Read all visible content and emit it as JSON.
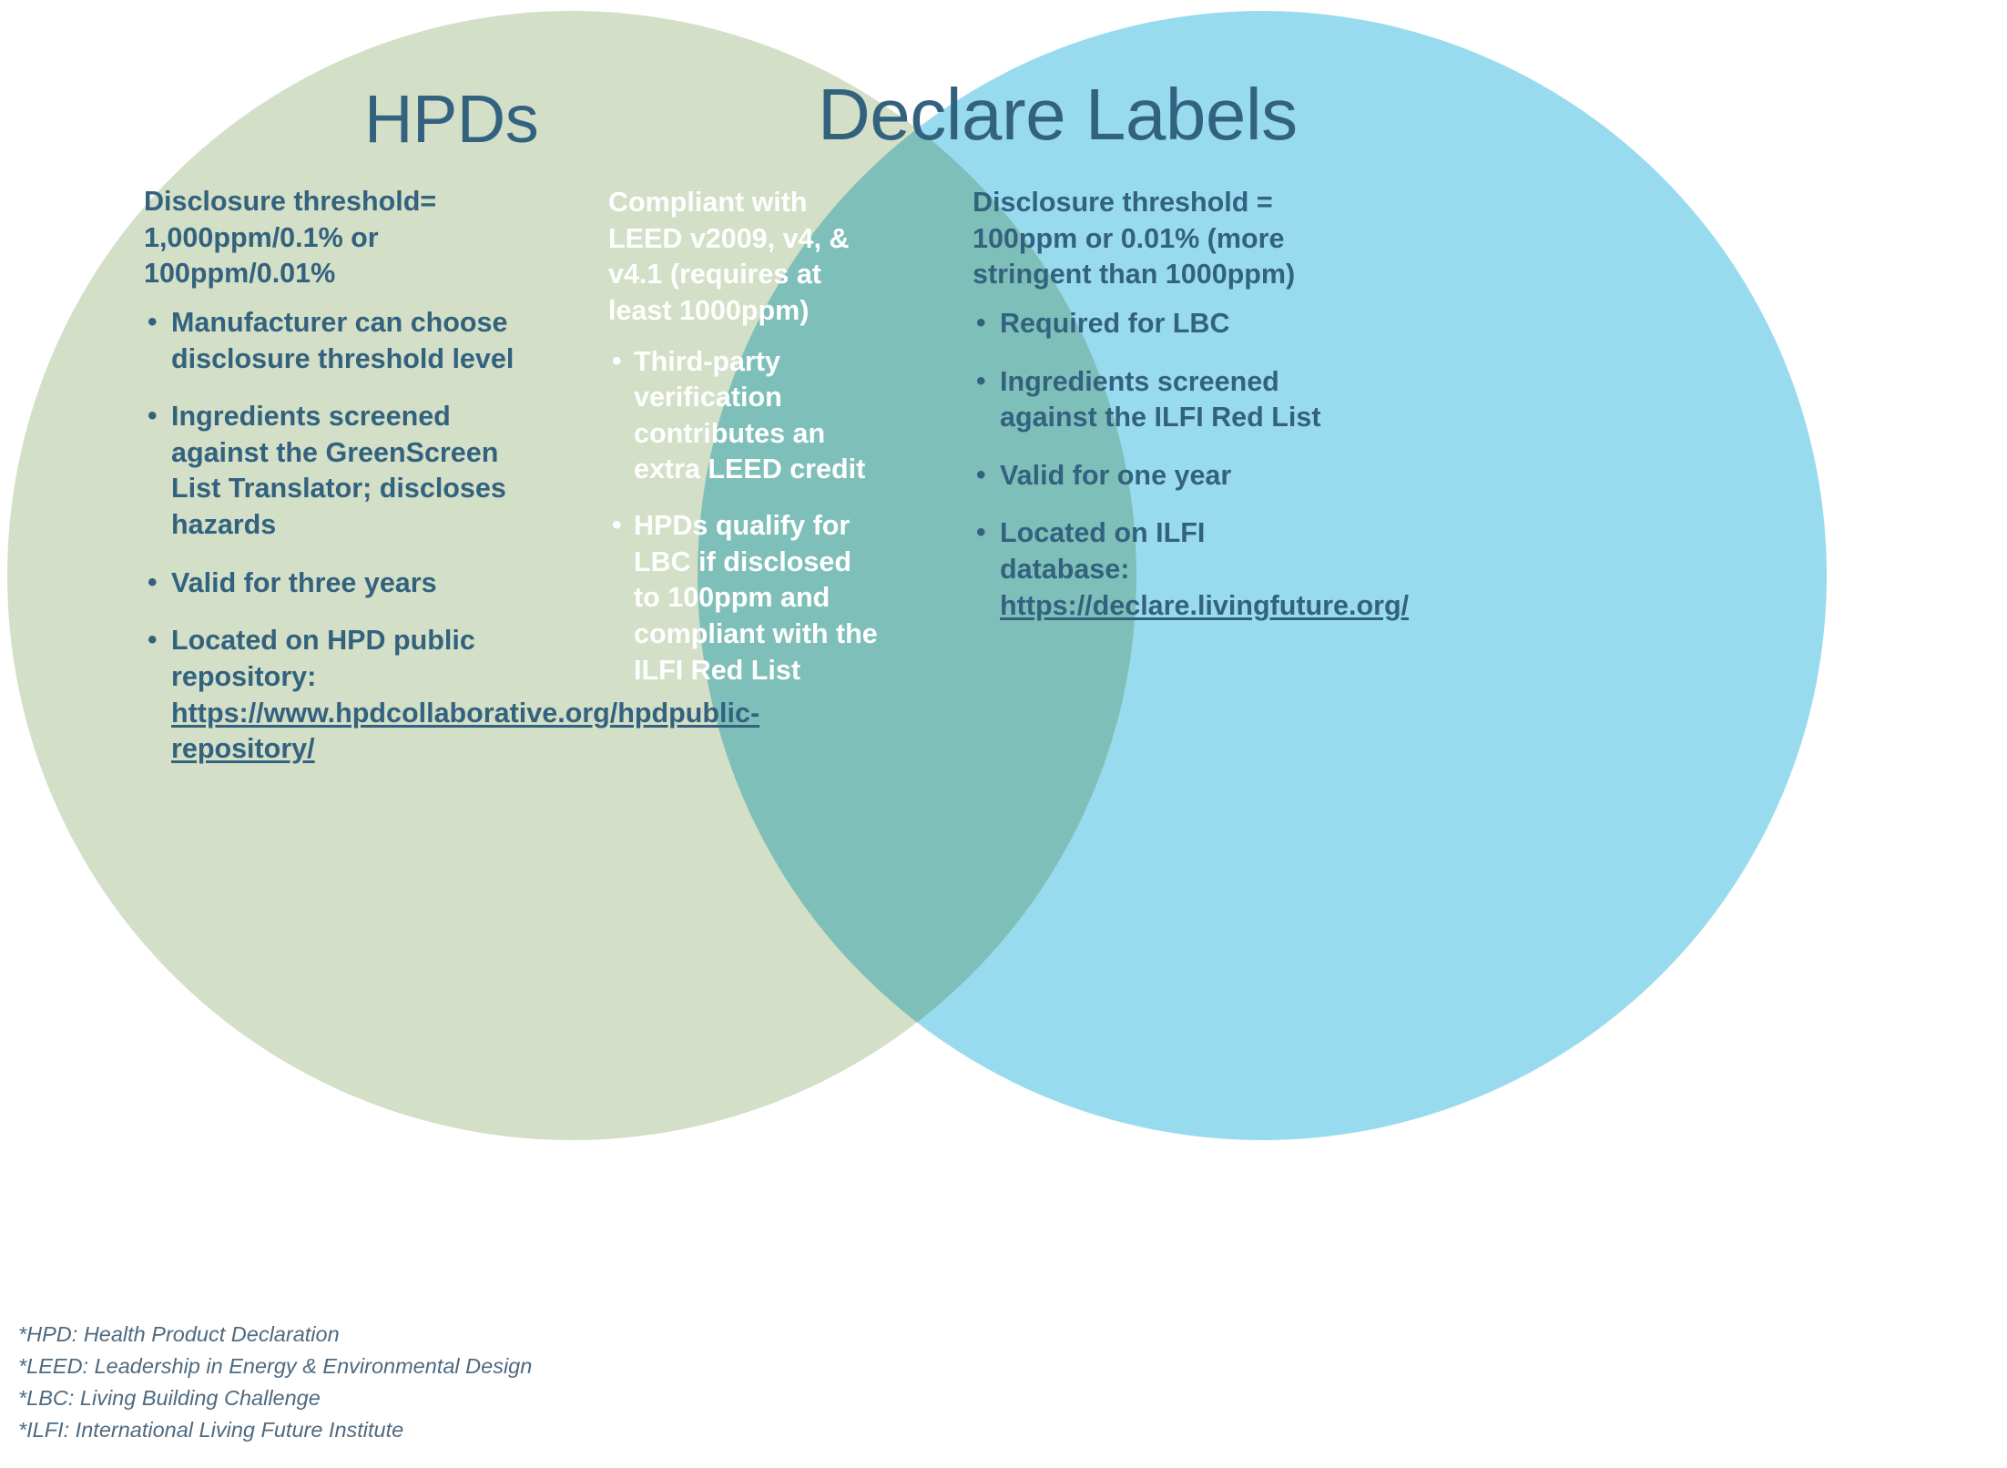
{
  "colors": {
    "left_circle": "#d3dfc6",
    "right_circle": "#99dbee",
    "overlap": "#74c2bb",
    "text_dark": "#33627f",
    "text_light": "#ffffff",
    "footnote_text": "#4e6a80",
    "background": "#ffffff"
  },
  "left": {
    "title": "HPDs",
    "intro": "Disclosure threshold= 1,000ppm/0.1% or 100ppm/0.01%",
    "bullets": [
      {
        "text": "Manufacturer can choose disclosure threshold level"
      },
      {
        "text": "Ingredients screened against the GreenScreen List Translator; discloses hazards"
      },
      {
        "text": "Valid for three years"
      },
      {
        "prefix": "Located on HPD public repository: ",
        "link": "https://www.hpdcollaborative.org/hpdpublic-repository/"
      }
    ]
  },
  "center": {
    "intro": "Compliant with LEED v2009, v4, & v4.1 (requires at least 1000ppm)",
    "bullets": [
      {
        "text": "Third-party verification contributes an extra LEED credit"
      },
      {
        "text": "HPDs qualify for LBC if disclosed to 100ppm and compliant with the ILFI Red List"
      }
    ]
  },
  "right": {
    "title": "Declare Labels",
    "intro": "Disclosure threshold = 100ppm or 0.01% (more stringent than 1000ppm)",
    "bullets": [
      {
        "text": "Required for LBC"
      },
      {
        "text": "Ingredients screened against the ILFI Red List"
      },
      {
        "text": "Valid for one year"
      },
      {
        "prefix": "Located on ILFI database: ",
        "link": "https://declare.livingfuture.org/"
      }
    ]
  },
  "footnotes": [
    "*HPD: Health Product Declaration",
    "*LEED: Leadership in Energy & Environmental Design",
    "*LBC: Living Building Challenge",
    "*ILFI: International Living Future Institute"
  ]
}
